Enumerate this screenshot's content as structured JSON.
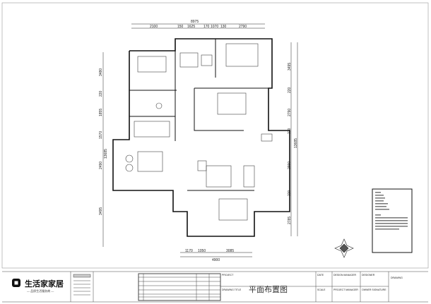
{
  "dimensions": {
    "top_total": "8975",
    "top": [
      "2100",
      "150",
      "1625",
      "170",
      "1070",
      "130",
      "2790"
    ],
    "left_total": "13685",
    "left": [
      "3480",
      "220",
      "1855",
      "1570",
      "2490",
      "3495"
    ],
    "right_total": "13685",
    "right": [
      "3495",
      "220",
      "2790",
      "220",
      "2990",
      "220",
      "2785"
    ],
    "bottom_total": "4900",
    "bottom": [
      "1170",
      "1050",
      "3085"
    ]
  },
  "title_block": {
    "logo": "生活家家居",
    "logo_sub": "— 品质生活服务商 —",
    "project_label": "PROJECT",
    "drawing_title_label": "DRAWING TITLE",
    "drawing_title": "平面布置图",
    "date_label": "DATE",
    "scale_label": "SCALE",
    "design_manager_label": "DESIGN MANAGER",
    "project_manager_label": "PROJECT MANAGER",
    "designer_label": "DESIGNER",
    "owner_signature_label": "OWNER SIGNATURE",
    "drawing_no_label": "DRAWING"
  }
}
